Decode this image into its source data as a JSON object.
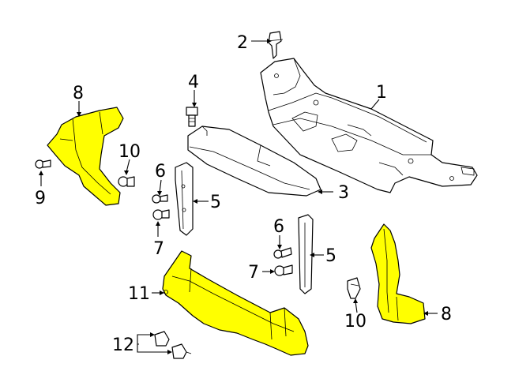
{
  "diagram": {
    "callouts": {
      "c1": "1",
      "c2": "2",
      "c3": "3",
      "c4": "4",
      "c5a": "5",
      "c5b": "5",
      "c6a": "6",
      "c6b": "6",
      "c7a": "7",
      "c7b": "7",
      "c8a": "8",
      "c8b": "8",
      "c9": "9",
      "c10a": "10",
      "c10b": "10",
      "c11": "11",
      "c12": "12"
    },
    "colors": {
      "highlight": "#ffff00",
      "outline": "#000000",
      "background": "#ffffff"
    }
  }
}
